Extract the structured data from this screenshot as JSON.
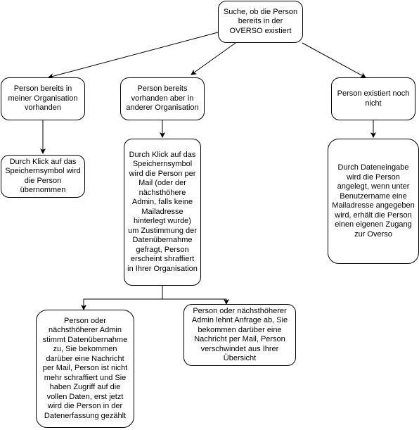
{
  "nodes": {
    "root": "Suche, ob die Person bereits in der OVERSO existiert",
    "same_org": "Person bereits in meiner Organisation vorhanden",
    "other_org": "Person bereits vorhanden aber in anderer Organisation",
    "not_exists": "Person existiert noch nicht",
    "same_org_action": "Durch Klick auf das Speichernsymbol wird die Person übernommen",
    "other_org_action": "Durch Klick auf das Speichernsymbol wird die Person per Mail (oder der nächsthöhere Admin, falls keine Mailadresse hinterlegt wurde) um Zustimmung der Datenübernahme gefragt, Person erscheint shraffiert in Ihrer Organisation",
    "not_exists_action": "Durch Dateneingabe wird die Person angelegt, wenn unter Benutzername eine Mailadresse angegeben wird, erhält die Person einen eigenen Zugang zur Overso",
    "consent_yes": "Person oder nächsthöherer Admin stimmt Datenübernahme zu, Sie bekommen darüber eine Nachricht per Mail, Person ist nicht mehr schraffiert und Sie haben Zugriff auf die vollen Daten, erst jetzt wird die Person in der Datenerfassung gezählt",
    "consent_no": "Person oder nächsthöherer Admin lehnt Anfrage ab, Sie bekommen darüber eine Nachricht per Mail, Person verschwindet aus Ihrer Übersicht"
  },
  "colors": {
    "border": "#000000",
    "background": "#ffffff"
  }
}
